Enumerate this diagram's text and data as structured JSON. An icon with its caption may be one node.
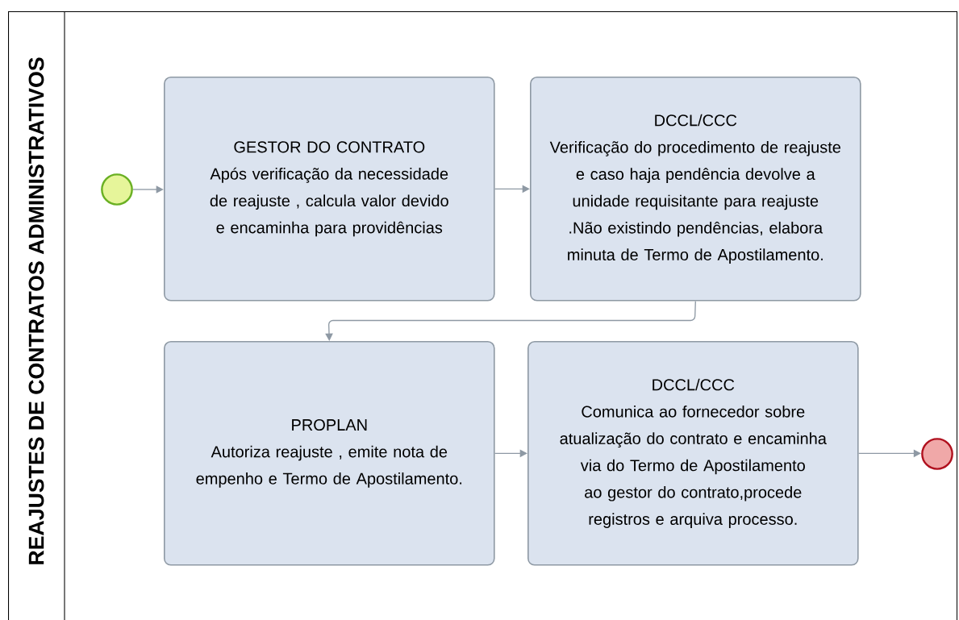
{
  "diagram": {
    "nodes": [
      {
        "text": [
          "REAJUSTES DE CONTRATOS ADMINISTRATIVOS"
        ]
      },
      {
        "text": [],
        "shape": "circle",
        "in": 0
      },
      {
        "text": [
          "GESTOR DO CONTRATO",
          "Após verificação da necessidade de reajuste , calcula valor devido e encaminha para providências"
        ],
        "in": 0
      },
      {
        "text": [
          "DCCL/CCC",
          "Verificação do procedimento de reajuste e caso haja pendência devolve a unidade requisitante para reajuste .Não existindo pendências, elabora minuta de Termo de Apostilamento."
        ],
        "in": 0
      },
      {
        "text": [
          "PROPLAN",
          "Autoriza reajuste , emite nota de empenho e Termo de Apostilamento."
        ],
        "in": 0
      },
      {
        "text": [
          "DCCL/CCC",
          "Comunica ao fornecedor sobre atualização do contrato e encaminha via do Termo de Apostilamento ao gestor do contrato,procede registros e arquiva processo."
        ],
        "in": 0
      },
      {
        "text": [],
        "shape": "circle",
        "in": 0
      }
    ],
    "edges": [
      {
        "from": 1,
        "to": 2,
        "arrow": "to"
      },
      {
        "from": 2,
        "to": 3,
        "arrow": "to"
      },
      {
        "from": 3,
        "to": 4,
        "arrow": "to"
      },
      {
        "from": 4,
        "to": 5,
        "arrow": "to"
      },
      {
        "from": 5,
        "to": 6,
        "arrow": "to"
      }
    ]
  }
}
